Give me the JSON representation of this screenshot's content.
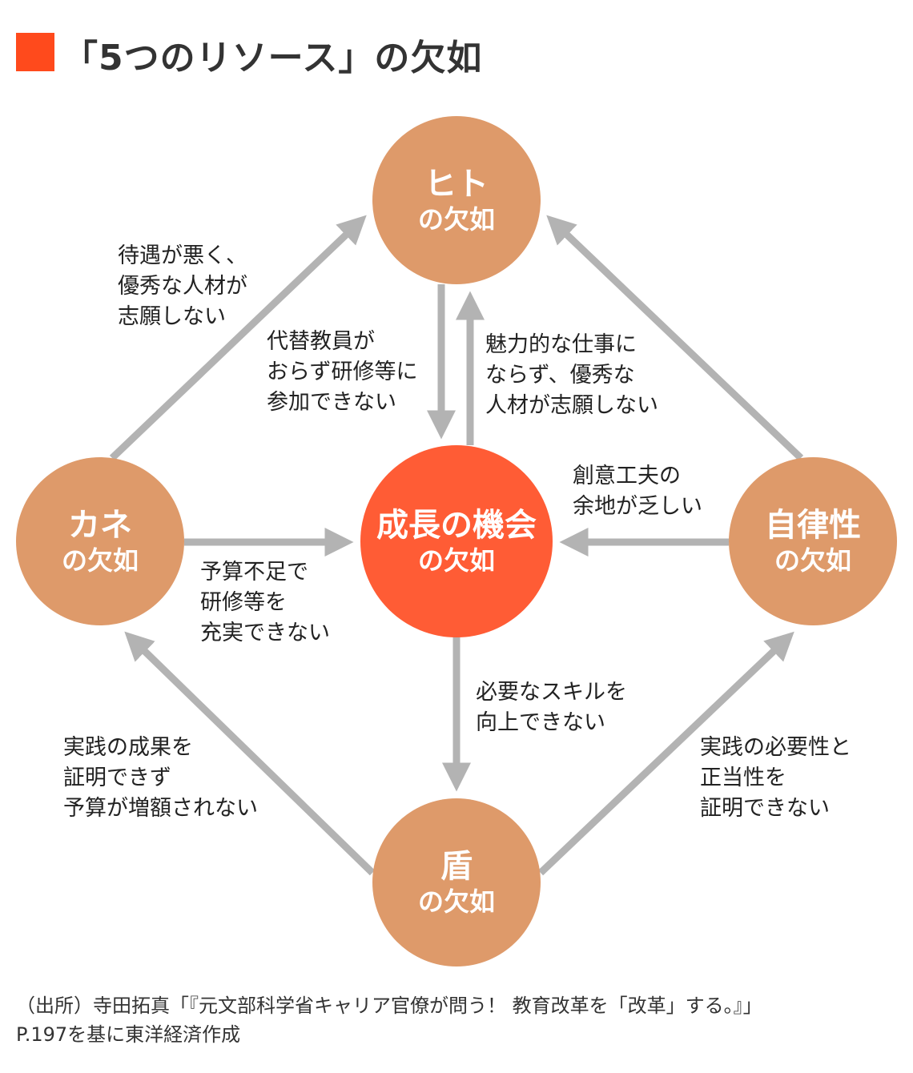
{
  "title": "「5つのリソース」の欠如",
  "colors": {
    "accent": "#FF4A1C",
    "node": "#DE9A6A",
    "center": "#FF5C35",
    "arrow": "#B3B3B3"
  },
  "nodes": {
    "top": {
      "main": "ヒト",
      "sub": "の欠如"
    },
    "left": {
      "main": "カネ",
      "sub": "の欠如"
    },
    "right": {
      "main": "自律性",
      "sub": "の欠如"
    },
    "bottom": {
      "main": "盾",
      "sub": "の欠如"
    },
    "center": {
      "main": "成長の機会",
      "sub": "の欠如"
    }
  },
  "labels": {
    "left_to_top": "待遇が悪く、\n優秀な人材が\n志願しない",
    "top_to_center": "代替教員が\nおらず研修等に\n参加できない",
    "center_to_top": "魅力的な仕事に\nならず、優秀な\n人材が志願しない",
    "right_to_center": "創意工夫の\n余地が乏しい",
    "left_to_center": "予算不足で\n研修等を\n充実できない",
    "center_to_bottom": "必要なスキルを\n向上できない",
    "bottom_to_left": "実践の成果を\n証明できず\n予算が増額されない",
    "bottom_to_right": "実践の必要性と\n正当性を\n証明できない"
  },
  "source": {
    "line1": "（出所）寺田拓真「『元文部科学省キャリア官僚が問う！ 教育改革を「改革」する。』」",
    "line2": "P.197を基に東洋経済作成"
  }
}
